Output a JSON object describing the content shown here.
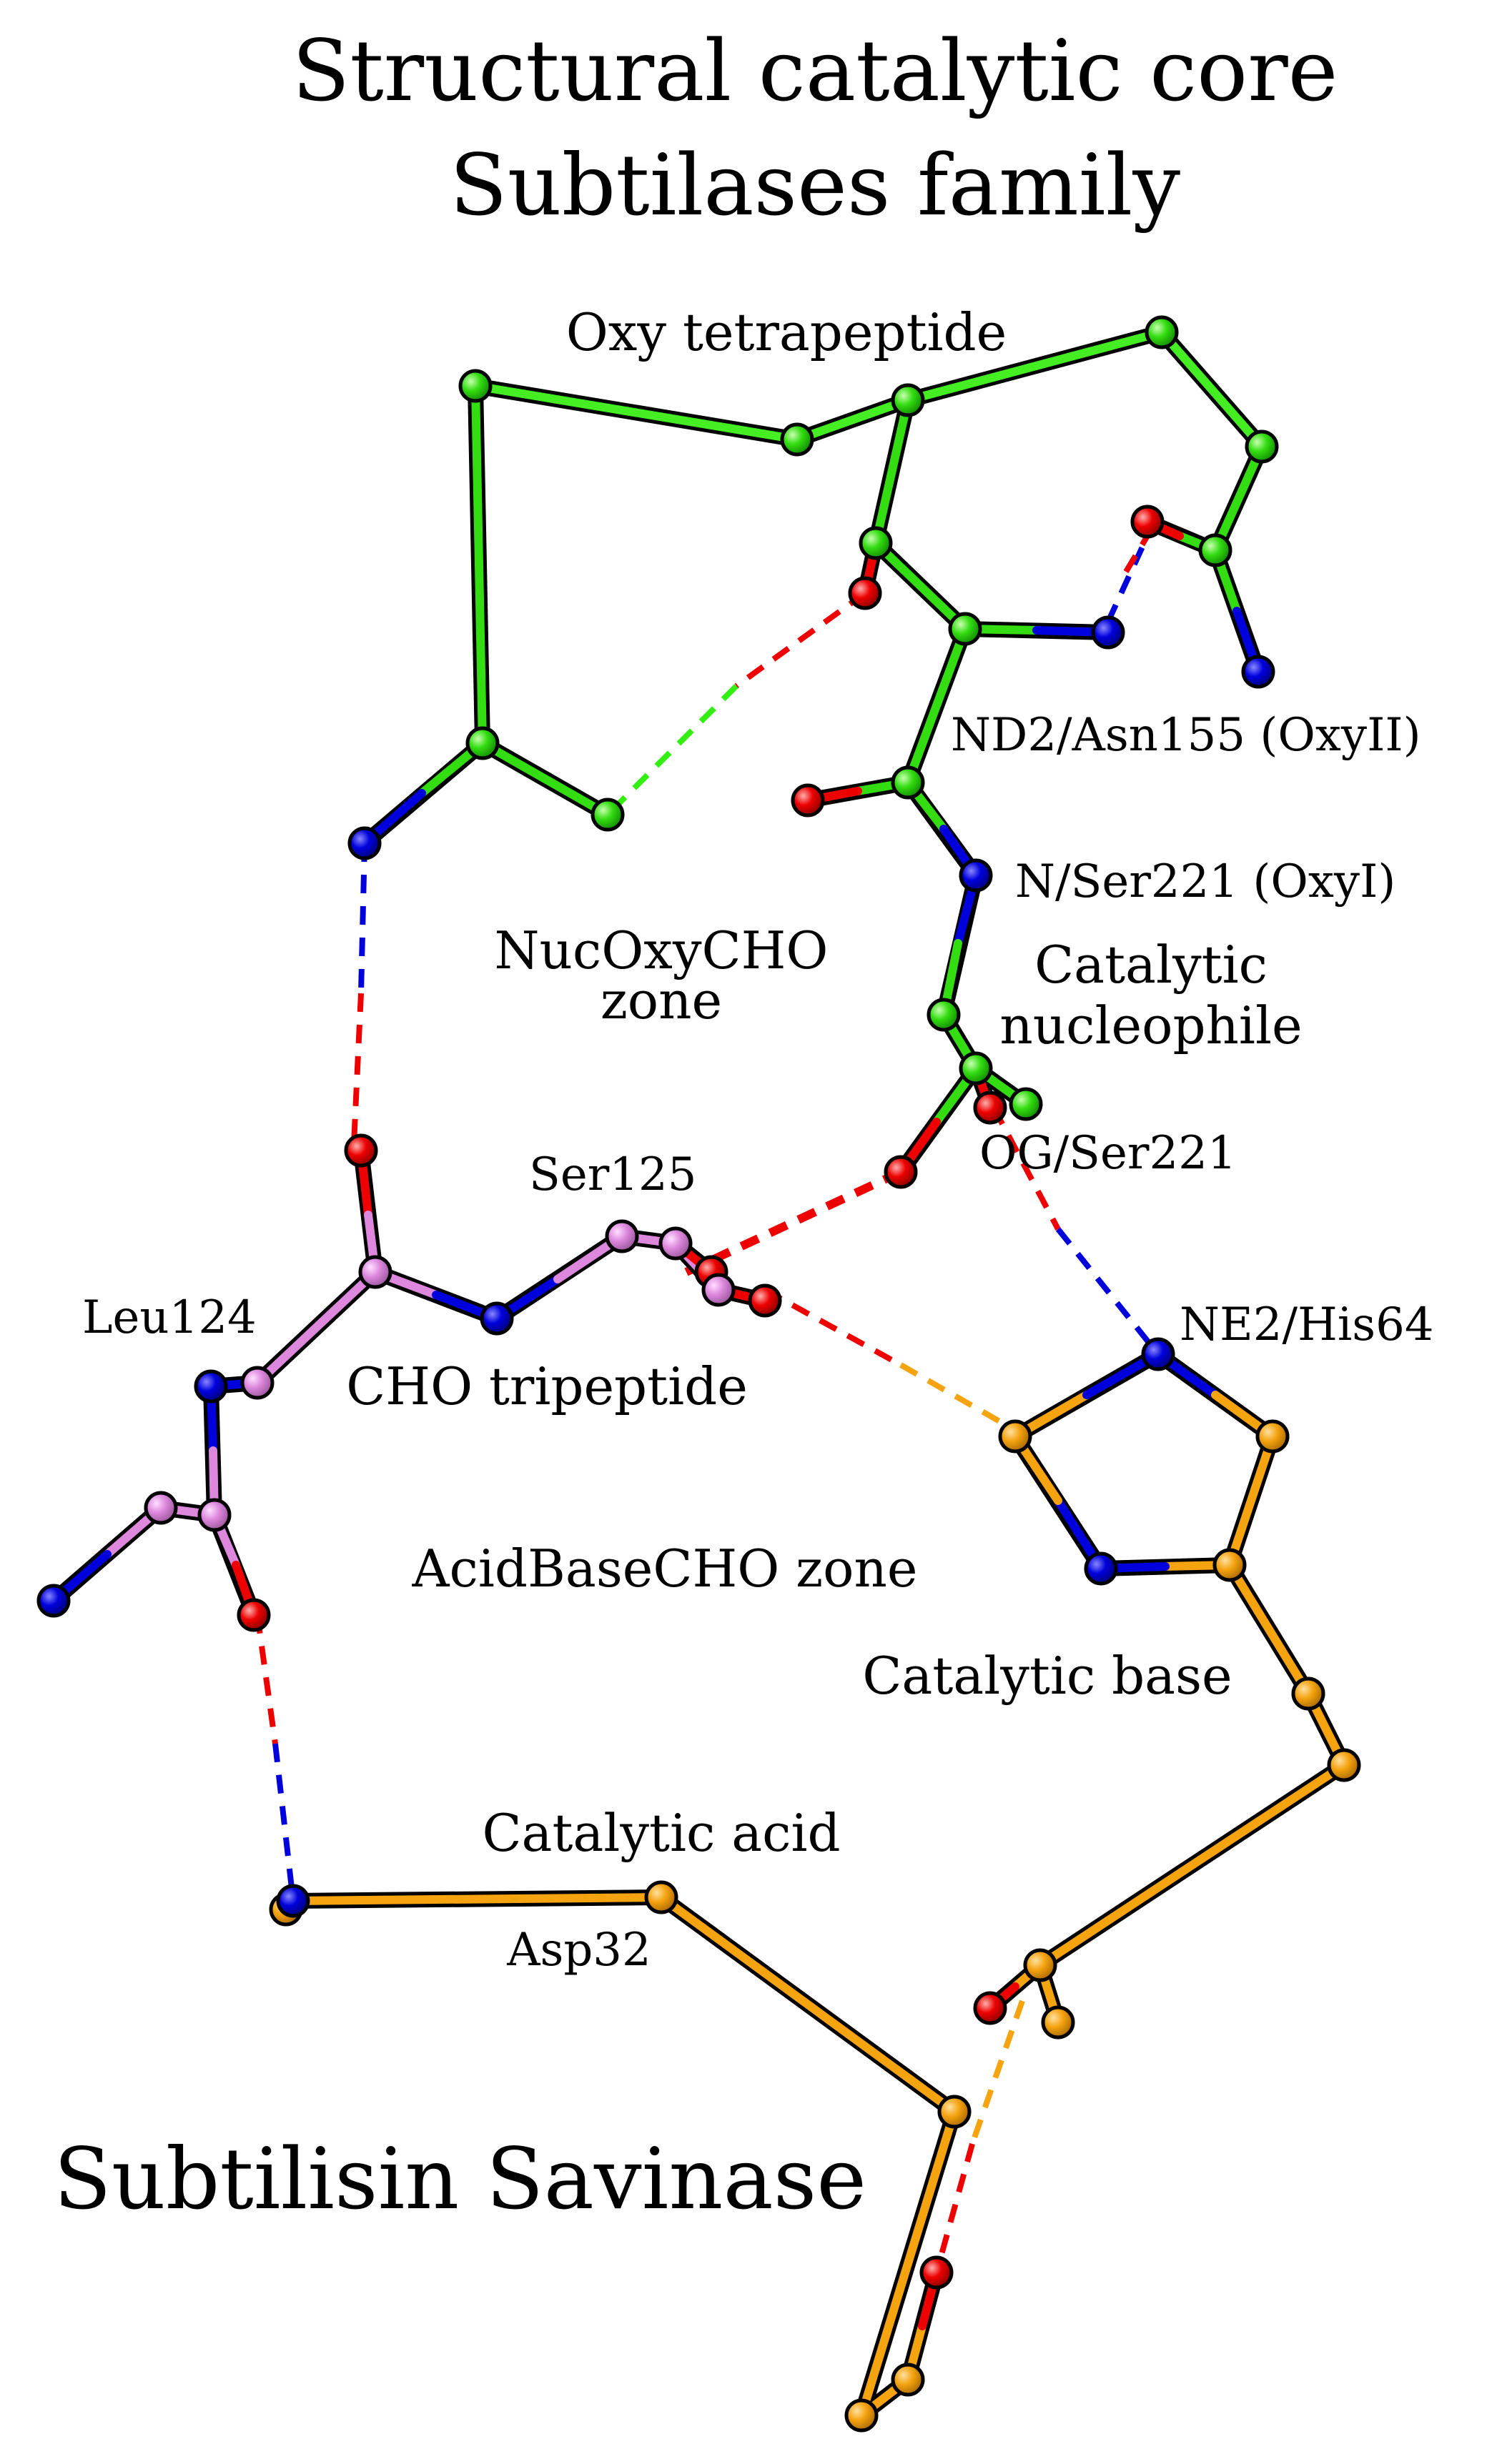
{
  "title": {
    "line1": "Structural catalytic core",
    "line2": "Subtilases family"
  },
  "footer_title": "Subtilisin Savinase",
  "labels": {
    "oxy_tetrapeptide": "Oxy tetrapeptide",
    "nd2_asn155": "ND2/Asn155 (OxyII)",
    "n_ser221": "N/Ser221 (OxyI)",
    "catalytic_nucleophile_1": "Catalytic",
    "catalytic_nucleophile_2": "nucleophile",
    "og_ser221": "OG/Ser221",
    "nucoxycho_1": "NucOxyCHO",
    "nucoxycho_2": "zone",
    "ser125": "Ser125",
    "leu124": "Leu124",
    "cho_tripeptide": "CHO tripeptide",
    "ne2_his64": "NE2/His64",
    "acidbasecho_zone": "AcidBaseCHO zone",
    "catalytic_base": "Catalytic base",
    "catalytic_acid": "Catalytic acid",
    "asp32": "Asp32"
  },
  "colors": {
    "oxy_green_light": "#33ee11",
    "oxy_green": "#22cc11",
    "cho_violet": "#dd88dd",
    "base_orange": "#f5a30f",
    "oxygen": "#ee0000",
    "nitrogen": "#0000dd",
    "outline": "#000000"
  }
}
